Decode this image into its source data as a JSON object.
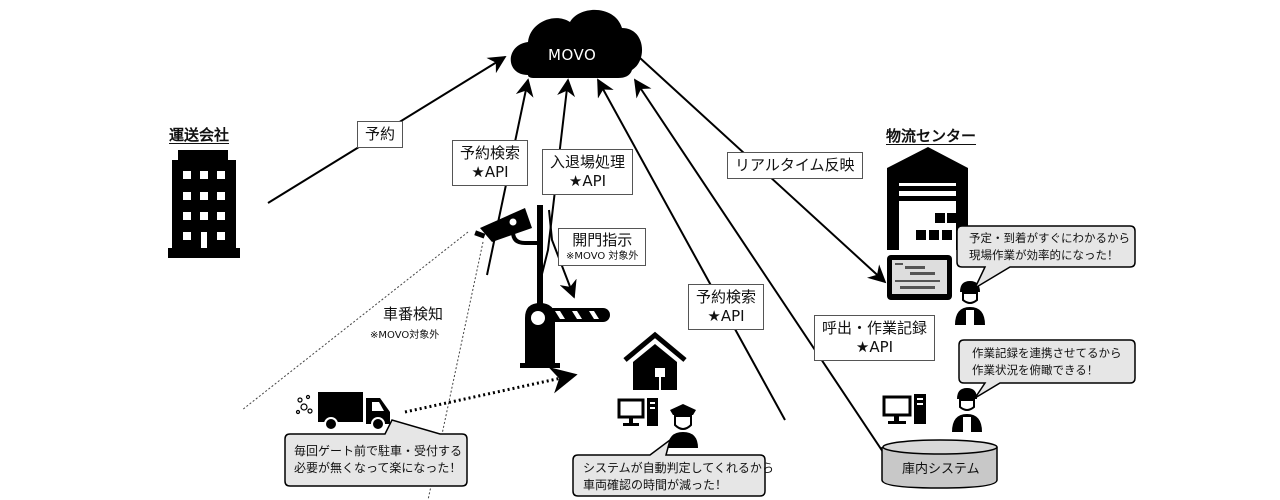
{
  "cloud": {
    "label": "MOVO"
  },
  "actors": {
    "transport_company": {
      "title": "運送会社"
    },
    "logistics_center": {
      "title": "物流センター"
    }
  },
  "flows": [
    {
      "id": "reservation",
      "label": "予約",
      "sub": ""
    },
    {
      "id": "reservation_search_1",
      "label": "予約検索",
      "sub": "★API"
    },
    {
      "id": "entry_exit",
      "label": "入退場処理",
      "sub": "★API"
    },
    {
      "id": "gate_open",
      "label": "開門指示",
      "sub": "※MOVO 対象外"
    },
    {
      "id": "realtime",
      "label": "リアルタイム反映",
      "sub": ""
    },
    {
      "id": "reservation_search_2",
      "label": "予約検索",
      "sub": "★API"
    },
    {
      "id": "call_record",
      "label": "呼出・作業記録",
      "sub": "★API"
    }
  ],
  "plate_detection": {
    "label": "車番検知",
    "note": "※MOVO対象外"
  },
  "warehouse_system": {
    "label": "庫内システム"
  },
  "bubbles": {
    "driver": [
      "毎回ゲート前で駐車・受付する",
      "必要が無くなって楽になった！"
    ],
    "guard": [
      "システムが自動判定してくれるから",
      "車両確認の時間が減った！"
    ],
    "worker_top": [
      "予定・到着がすぐにわかるから",
      "現場作業が効率的になった！"
    ],
    "worker_bottom": [
      "作業記録を連携させてるから",
      "作業状況を俯瞰できる！"
    ]
  },
  "colors": {
    "ink": "#000000",
    "bubble_fill": "#e6e6e6",
    "cylinder_fill": "#c8c8c8",
    "label_border": "#555555"
  }
}
